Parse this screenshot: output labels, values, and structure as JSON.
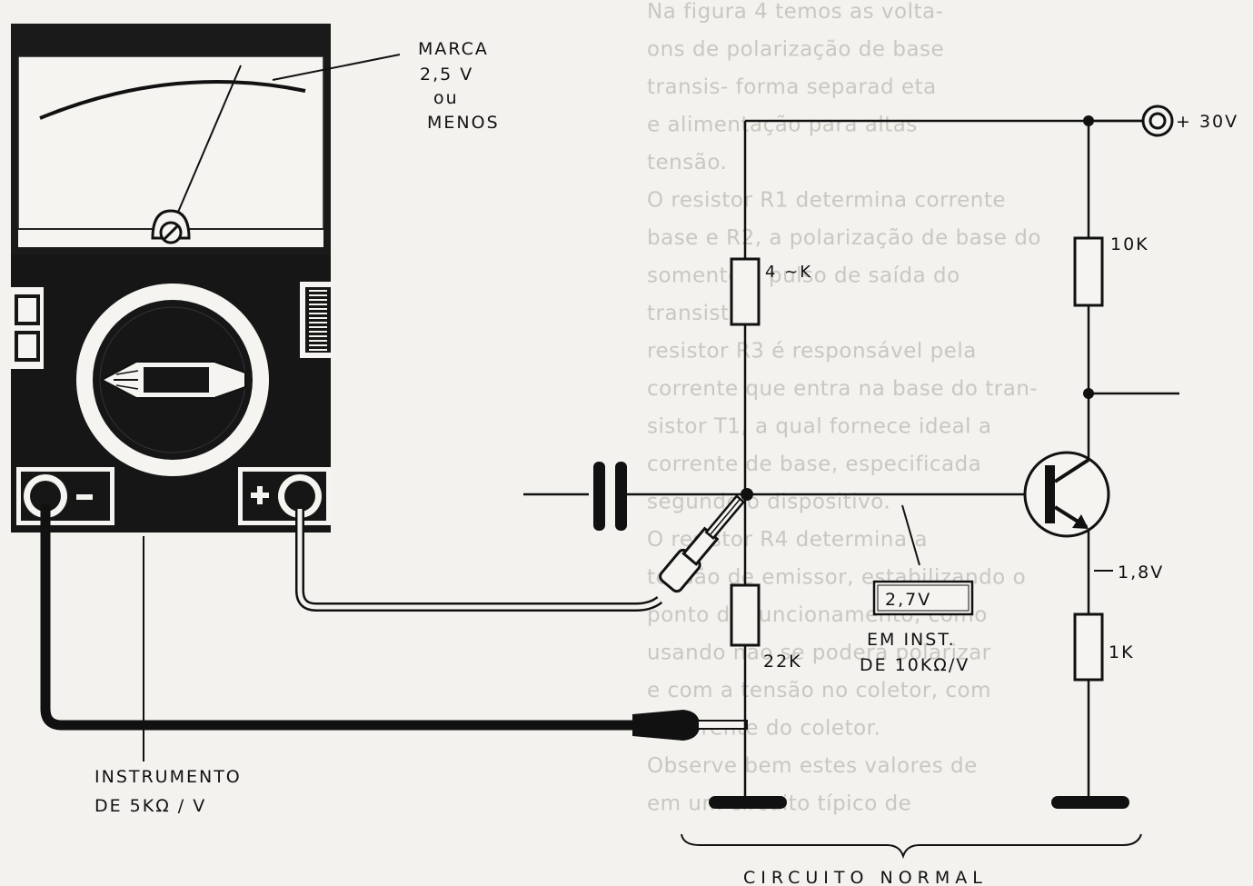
{
  "meter": {
    "mark_label": [
      "MARCA",
      "2,5 V",
      "ou",
      "MENOS"
    ],
    "minus_sign": "-",
    "plus_sign": "+",
    "instrument_label": [
      "INSTRUMENTO",
      "DE 5KΩ / V"
    ]
  },
  "circuit": {
    "supply": "+ 30V",
    "r_top_left": "4 ~K",
    "r_bottom_left": "22K",
    "r_collector": "10K",
    "r_emitter": "1K",
    "emitter_voltage": "1,8V",
    "measured_voltage": "2,7V",
    "measure_note": [
      "EM INST.",
      "DE 10KΩ/V"
    ],
    "caption": "CIRCUITO NORMAL"
  },
  "background_text": [
    "Na figura 4 temos as volta-",
    "ons de polarização de base",
    "transis- forma separad eta",
    "e alimentação para altas",
    "tensão.",
    "O resistor R1 determina corrente",
    "base e R2, a polarização de base do",
    "somente o pulso de saída do",
    "transistor.",
    "resistor R3 é responsável pela",
    "corrente que entra na base do tran-",
    "sistor T1, a qual fornece ideal a",
    "corrente de base, especificada",
    "segundo o dispositivo.",
    "O resistor R4 determina a",
    "tensão de emissor, estabilizando o",
    "ponto de funcionamento, como",
    "usando não se poderá polarizar",
    "e com a tensão no coletor, com",
    "a corrente do coletor.",
    "Observe bem estes valores de",
    "em um circuito típico de"
  ]
}
